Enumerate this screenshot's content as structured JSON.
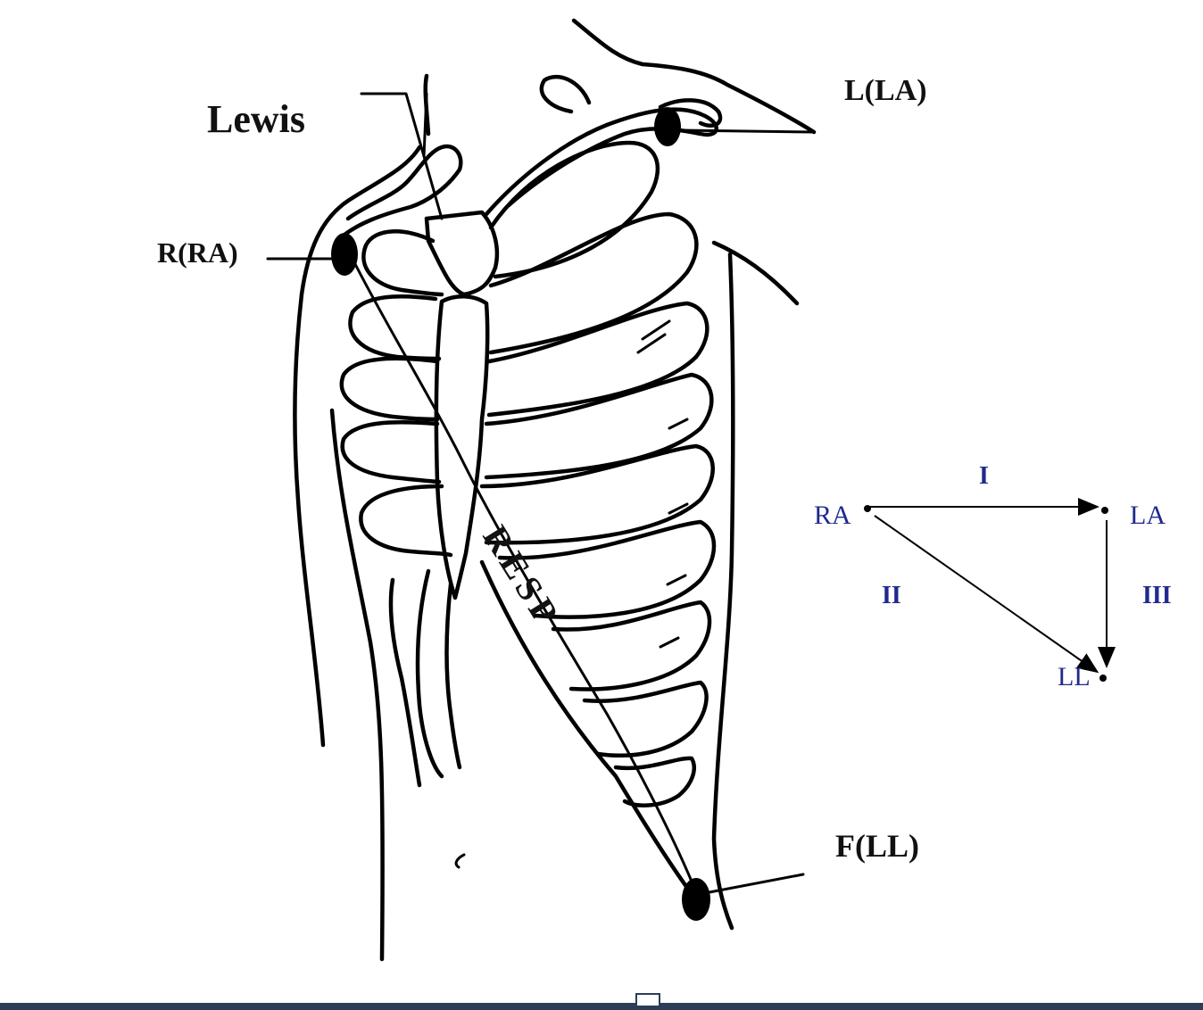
{
  "labels": {
    "method": "Lewis",
    "left_arm_electrode": "L(LA)",
    "right_arm_electrode": "R(RA)",
    "foot_electrode": "F(LL)",
    "resp": "RESP"
  },
  "triangle": {
    "nodes": {
      "ra": "RA",
      "la": "LA",
      "ll": "LL"
    },
    "leads": {
      "lead1": "I",
      "lead2": "II",
      "lead3": "III"
    },
    "color": "#1f2a8c"
  }
}
